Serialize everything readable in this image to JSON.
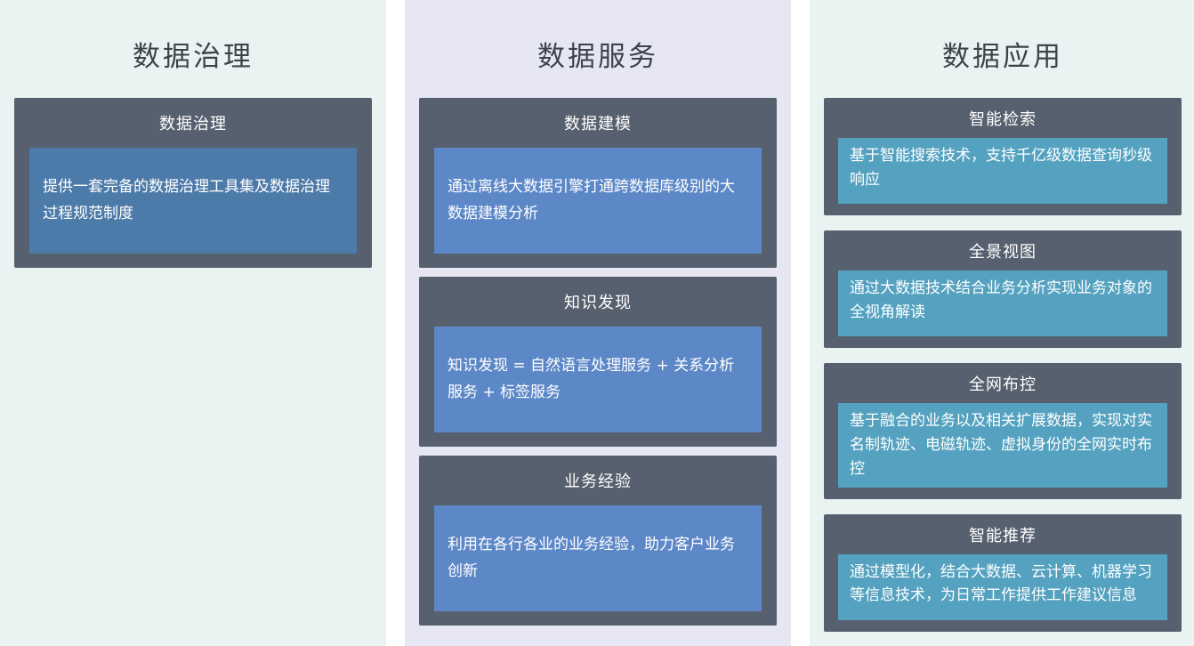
{
  "page": {
    "background": "#ffffff"
  },
  "columns": [
    {
      "id": "governance",
      "title": "数据治理",
      "background": "#e9f3f1",
      "card_background": "#57606f",
      "accent": "#4d7ba9",
      "cards": [
        {
          "title": "数据治理",
          "body": "提供一套完备的数据治理工具集及数据治理过程规范制度"
        }
      ]
    },
    {
      "id": "service",
      "title": "数据服务",
      "background": "#e6e7f3",
      "card_background": "#57606f",
      "accent": "#5d88c8",
      "cards": [
        {
          "title": "数据建模",
          "body": "通过离线大数据引擎打通跨数据库级别的大数据建模分析"
        },
        {
          "title": "知识发现",
          "body": "知识发现 = 自然语言处理服务 + 关系分析服务 + 标签服务"
        },
        {
          "title": "业务经验",
          "body": "利用在各行各业的业务经验，助力客户业务创新"
        }
      ]
    },
    {
      "id": "application",
      "title": "数据应用",
      "background": "#e9f3f1",
      "card_background": "#57606f",
      "accent": "#54a2c0",
      "cards": [
        {
          "title": "智能检索",
          "body": "基于智能搜索技术，支持千亿级数据查询秒级响应"
        },
        {
          "title": "全景视图",
          "body": "通过大数据技术结合业务分析实现业务对象的全视角解读"
        },
        {
          "title": "全网布控",
          "body": "基于融合的业务以及相关扩展数据，实现对实名制轨迹、电磁轨迹、虚拟身份的全网实时布控"
        },
        {
          "title": "智能推荐",
          "body": "通过模型化，结合大数据、云计算、机器学习等信息技术，为日常工作提供工作建议信息"
        }
      ]
    }
  ]
}
